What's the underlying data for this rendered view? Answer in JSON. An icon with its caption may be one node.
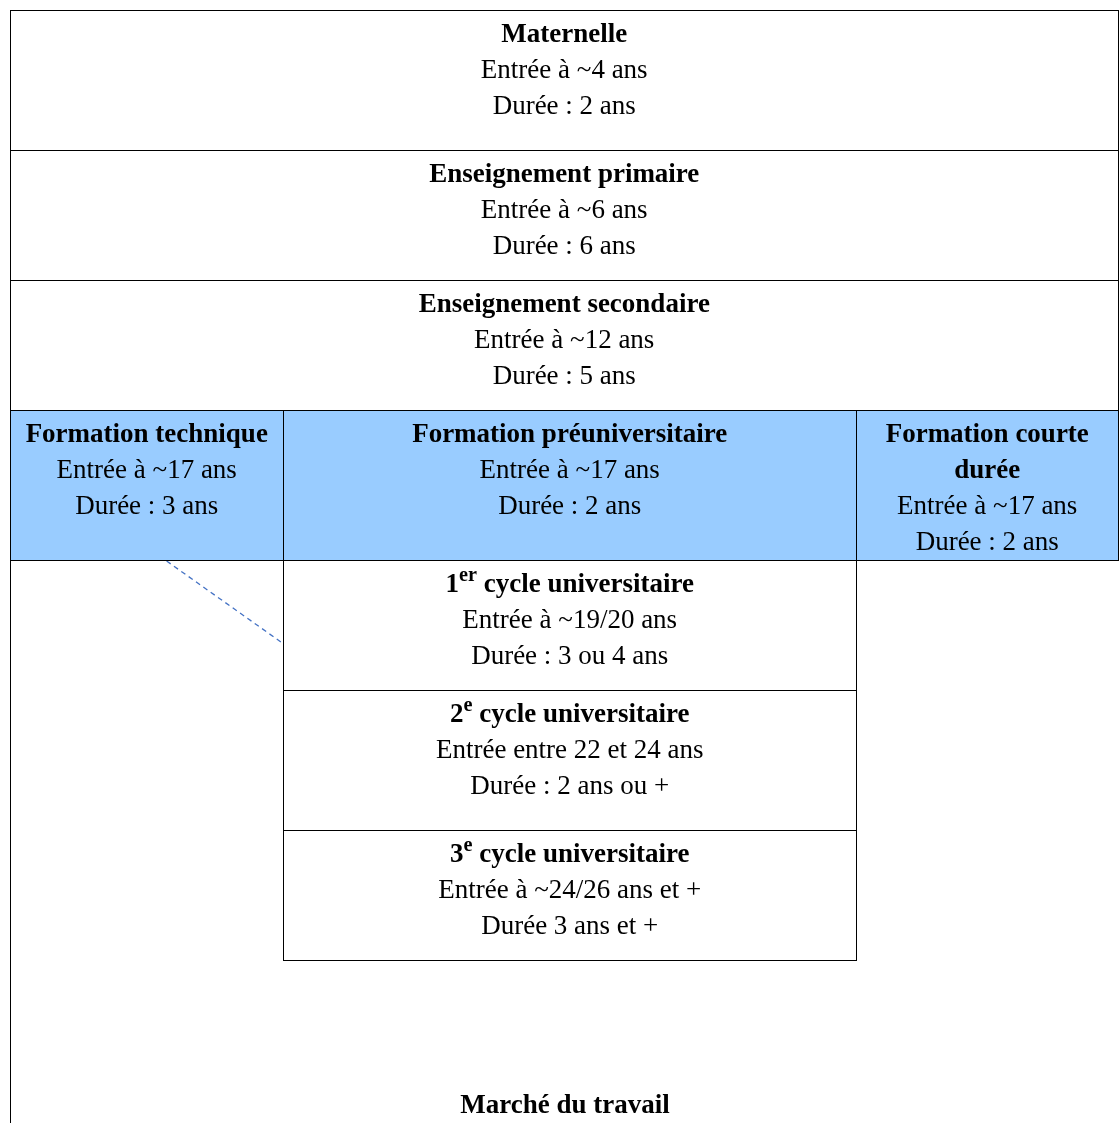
{
  "diagram": {
    "nodes": [
      {
        "text": [
          "Marché du travail"
        ]
      },
      {
        "text": [
          "Maternelle",
          "Entrée à ~4 ans",
          "Durée : 2 ans"
        ],
        "in": 0
      },
      {
        "text": [
          "Enseignement primaire",
          "Entrée à ~6 ans",
          "Durée : 6 ans"
        ],
        "in": 0
      },
      {
        "text": [
          "Enseignement secondaire",
          "Entrée à ~12 ans",
          "Durée : 5 ans"
        ],
        "in": 0
      },
      {
        "text": [
          "Formation technique",
          "Entrée à ~17 ans",
          "Durée : 3 ans"
        ],
        "in": 0
      },
      {
        "text": [
          "Formation préuniversitaire",
          "Entrée à ~17 ans",
          "Durée : 2 ans"
        ],
        "in": 0
      },
      {
        "text": [
          "Formation courte durée",
          "Entrée à ~17 ans",
          "Durée : 2 ans"
        ],
        "in": 0
      },
      {
        "text": [
          "1$^{er}$ cycle universitaire",
          "Entrée à ~19/20 ans",
          "Durée : 3 ou 4 ans"
        ],
        "in": 0
      },
      {
        "text": [
          "2$^{e}$ cycle universitaire",
          "Entrée entre 22 et 24 ans",
          "Durée : 2 ans ou +"
        ],
        "in": 0
      },
      {
        "text": [
          "3$^{e}$ cycle universitaire",
          "Entrée à ~24/26 ans et +",
          "Durée 3 ans et +"
        ],
        "in": 0
      }
    ],
    "edges": [
      {
        "from": 4,
        "to": 7,
        "arrow": "none",
        "style": "dashed",
        "color": "#4472c4"
      }
    ]
  }
}
